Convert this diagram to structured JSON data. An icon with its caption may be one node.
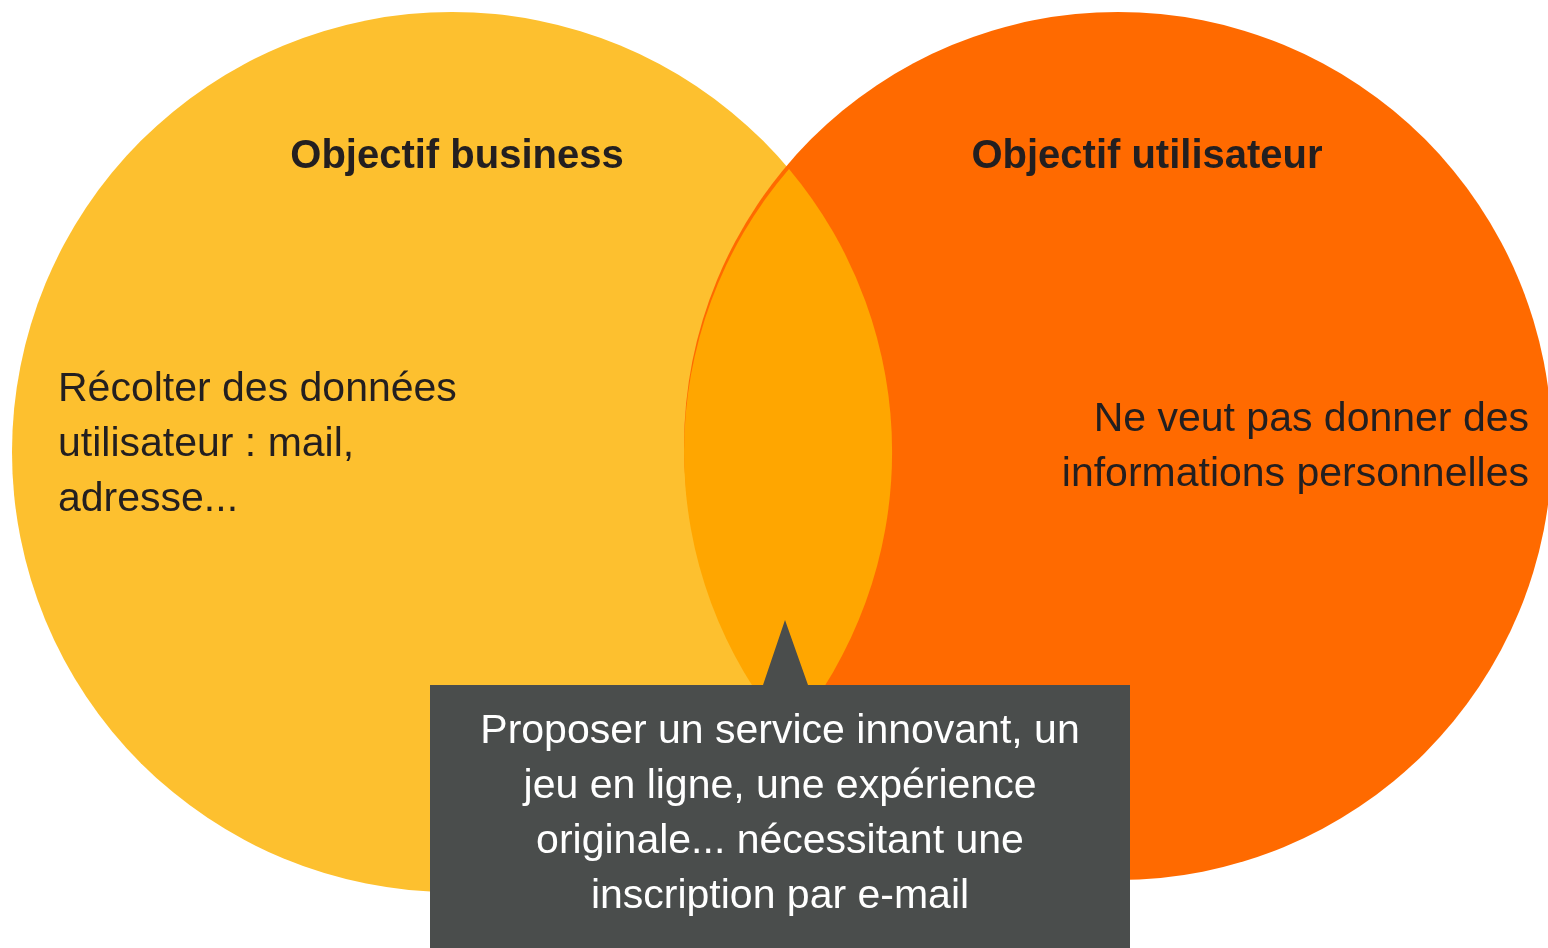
{
  "diagram": {
    "nodes": [
      {
        "text": [
          "Objectif business",
          "Récolter des données utilisateur : mail, adresse..."
        ]
      },
      {
        "text": [
          "Objectif utilisateur",
          "Ne veut pas donner des informations personnelles"
        ]
      },
      {
        "text": [],
        "shape": "lens"
      },
      {
        "text": [
          "Proposer un service innovant, un jeu en ligne, une expérience originale... nécessitant une inscription par e-mail"
        ]
      }
    ]
  }
}
